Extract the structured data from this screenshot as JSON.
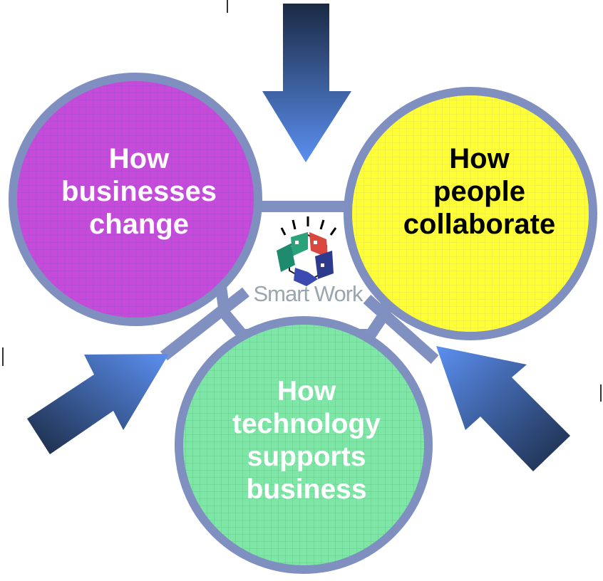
{
  "circles": {
    "businesses": {
      "text": "How\nbusinesses\nchange",
      "fill": "#c74ad9",
      "text_color": "#ffffff"
    },
    "people": {
      "text": "How\npeople\ncollaborate",
      "fill": "#ffff33",
      "text_color": "#000000"
    },
    "technology": {
      "text": "How\ntechnology\nsupports\nbusiness",
      "fill": "#7ee6a6",
      "text_color": "#ffffff"
    }
  },
  "logo": {
    "label": "Smart Work"
  },
  "colors": {
    "ring": "#7f8fbf",
    "connector": "#8090c0",
    "arrow_light": "#5b8ff0",
    "arrow_dark": "#1a2a44"
  },
  "icons": [
    "down-arrow",
    "up-right-arrow",
    "up-left-arrow",
    "smart-work-logo-icon"
  ]
}
